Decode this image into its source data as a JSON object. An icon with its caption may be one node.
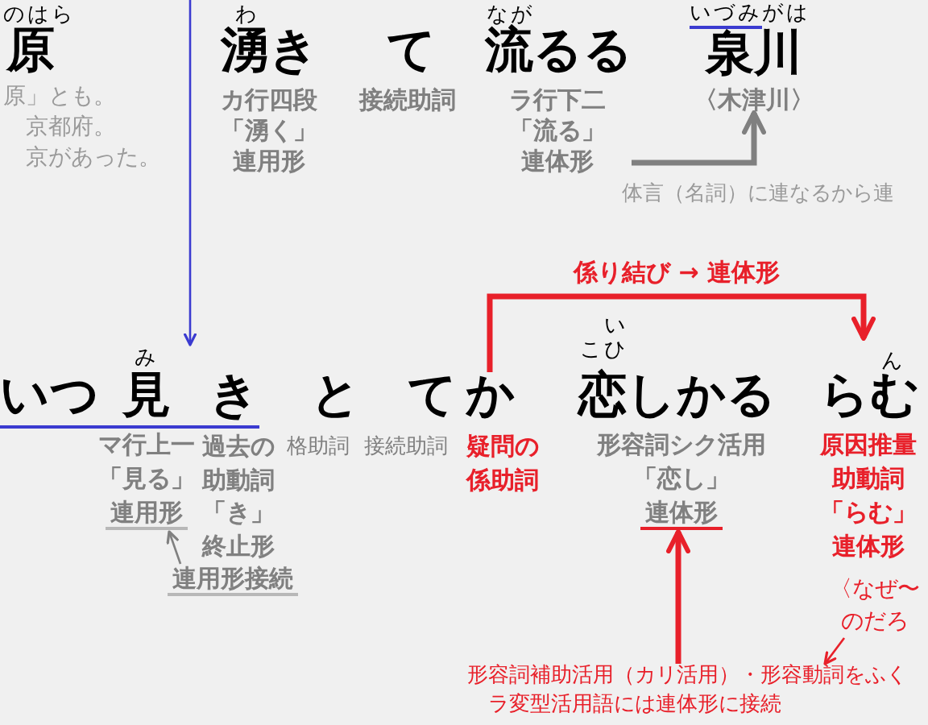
{
  "diagram": {
    "nodes": [
      {
        "text": [
          "なが",
          "流るる",
          "ラ行下二",
          "「流る」",
          "連体形"
        ]
      },
      {
        "text": [
          "いづみがは",
          "泉川",
          "〈木津川〉"
        ]
      },
      {
        "text": [
          "み",
          "見",
          "マ行上一",
          "「見る」",
          "連用形"
        ]
      },
      {
        "text": [
          "か",
          "疑問の係助詞"
        ]
      },
      {
        "text": [
          "い",
          "こひ",
          "恋しかる",
          "形容詞シク活用",
          "「恋し」",
          "連体形"
        ]
      },
      {
        "text": [
          "ん",
          "らむ",
          "原因推量",
          "助動詞",
          "「らむ」",
          "連体形"
        ]
      },
      {
        "text": [
          "連用形接続"
        ]
      },
      {
        "text": [
          "〈なぜ〜のだろ"
        ]
      },
      {
        "text": [
          "形容詞補助活用（カリ活用）・形容動詞をふく",
          "ラ変型活用語には連体形に接続"
        ]
      }
    ],
    "edges": [
      {
        "from": 0,
        "to": 1,
        "arrow": "to",
        "label": "体言（名詞）に連なるから連",
        "style": "thick",
        "color": "#808080"
      },
      {
        "from": null,
        "to": 2,
        "arrow": "to",
        "color": "#3b3bd0"
      },
      {
        "from": 6,
        "to": 2,
        "arrow": "to",
        "color": "#808080"
      },
      {
        "from": 3,
        "to": 5,
        "arrow": "to",
        "label": "係り結び → 連体形",
        "style": "thick"
      },
      {
        "from": 8,
        "to": 4,
        "arrow": "to",
        "style": "thick"
      },
      {
        "from": 7,
        "to": 8,
        "arrow": "to"
      }
    ],
    "labels": [
      "のはら",
      "原",
      "原」とも。",
      "京都府。",
      "京があった。",
      "わ",
      "湧き",
      "カ行四段",
      "「湧く」",
      "連用形",
      "て",
      "接続助詞",
      "いつ",
      "き",
      "過去の助動詞",
      "「き」",
      "終止形",
      "と",
      "格助詞",
      "て",
      "接続助詞"
    ]
  }
}
